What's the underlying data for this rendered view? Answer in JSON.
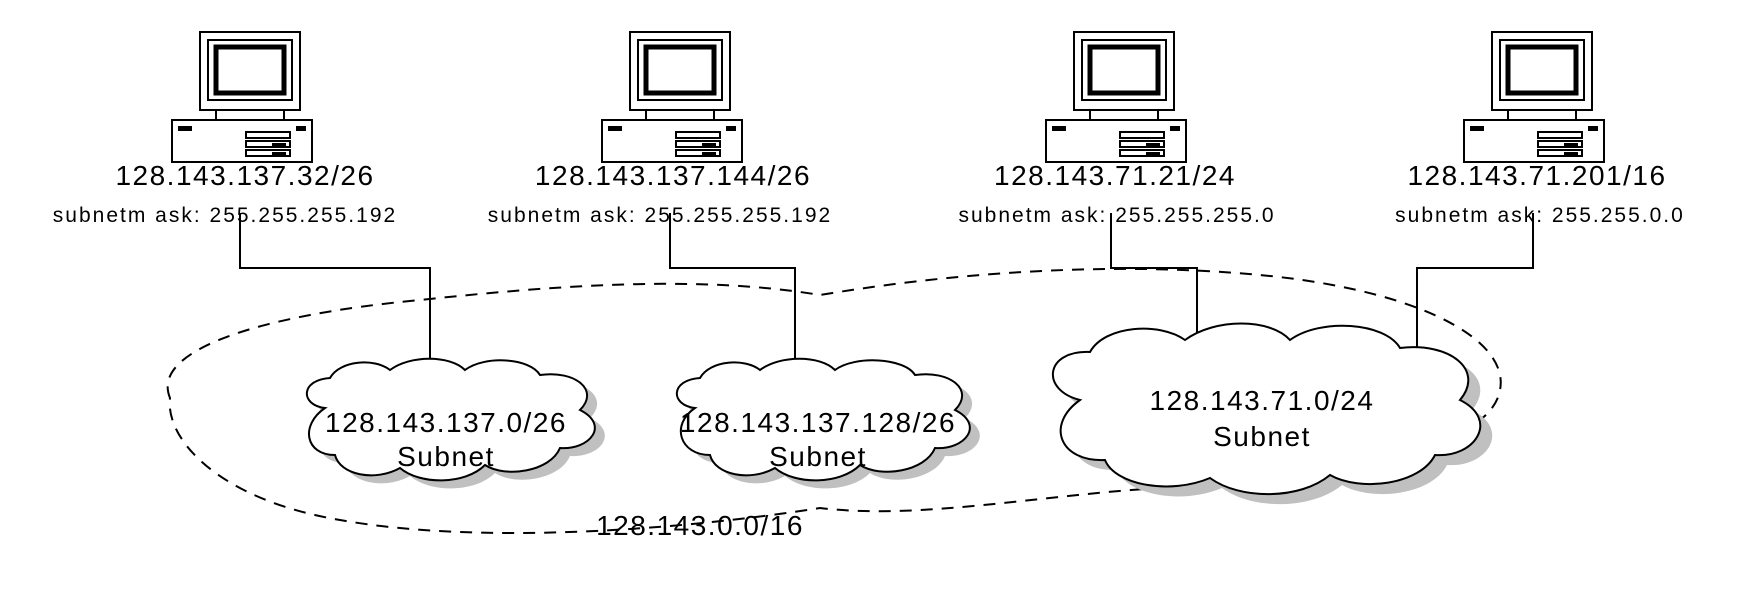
{
  "hosts": [
    {
      "address": "128.143.137.32/26",
      "mask": "subnetm ask: 255.255.255.192",
      "icon": "computer-icon"
    },
    {
      "address": "128.143.137.144/26",
      "mask": "subnetm ask: 255.255.255.192",
      "icon": "computer-icon"
    },
    {
      "address": "128.143.71.21/24",
      "mask": "subnetm ask: 255.255.255.0",
      "icon": "computer-icon"
    },
    {
      "address": "128.143.71.201/16",
      "mask": "subnetm ask: 255.255.0.0",
      "icon": "computer-icon"
    }
  ],
  "subnets": [
    {
      "address": "128.143.137.0/26",
      "label": "Subnet"
    },
    {
      "address": "128.143.137.128/26",
      "label": "Subnet"
    },
    {
      "address": "128.143.71.0/24",
      "label": "Subnet"
    }
  ],
  "network": {
    "address": "128.143.0.0/16"
  }
}
